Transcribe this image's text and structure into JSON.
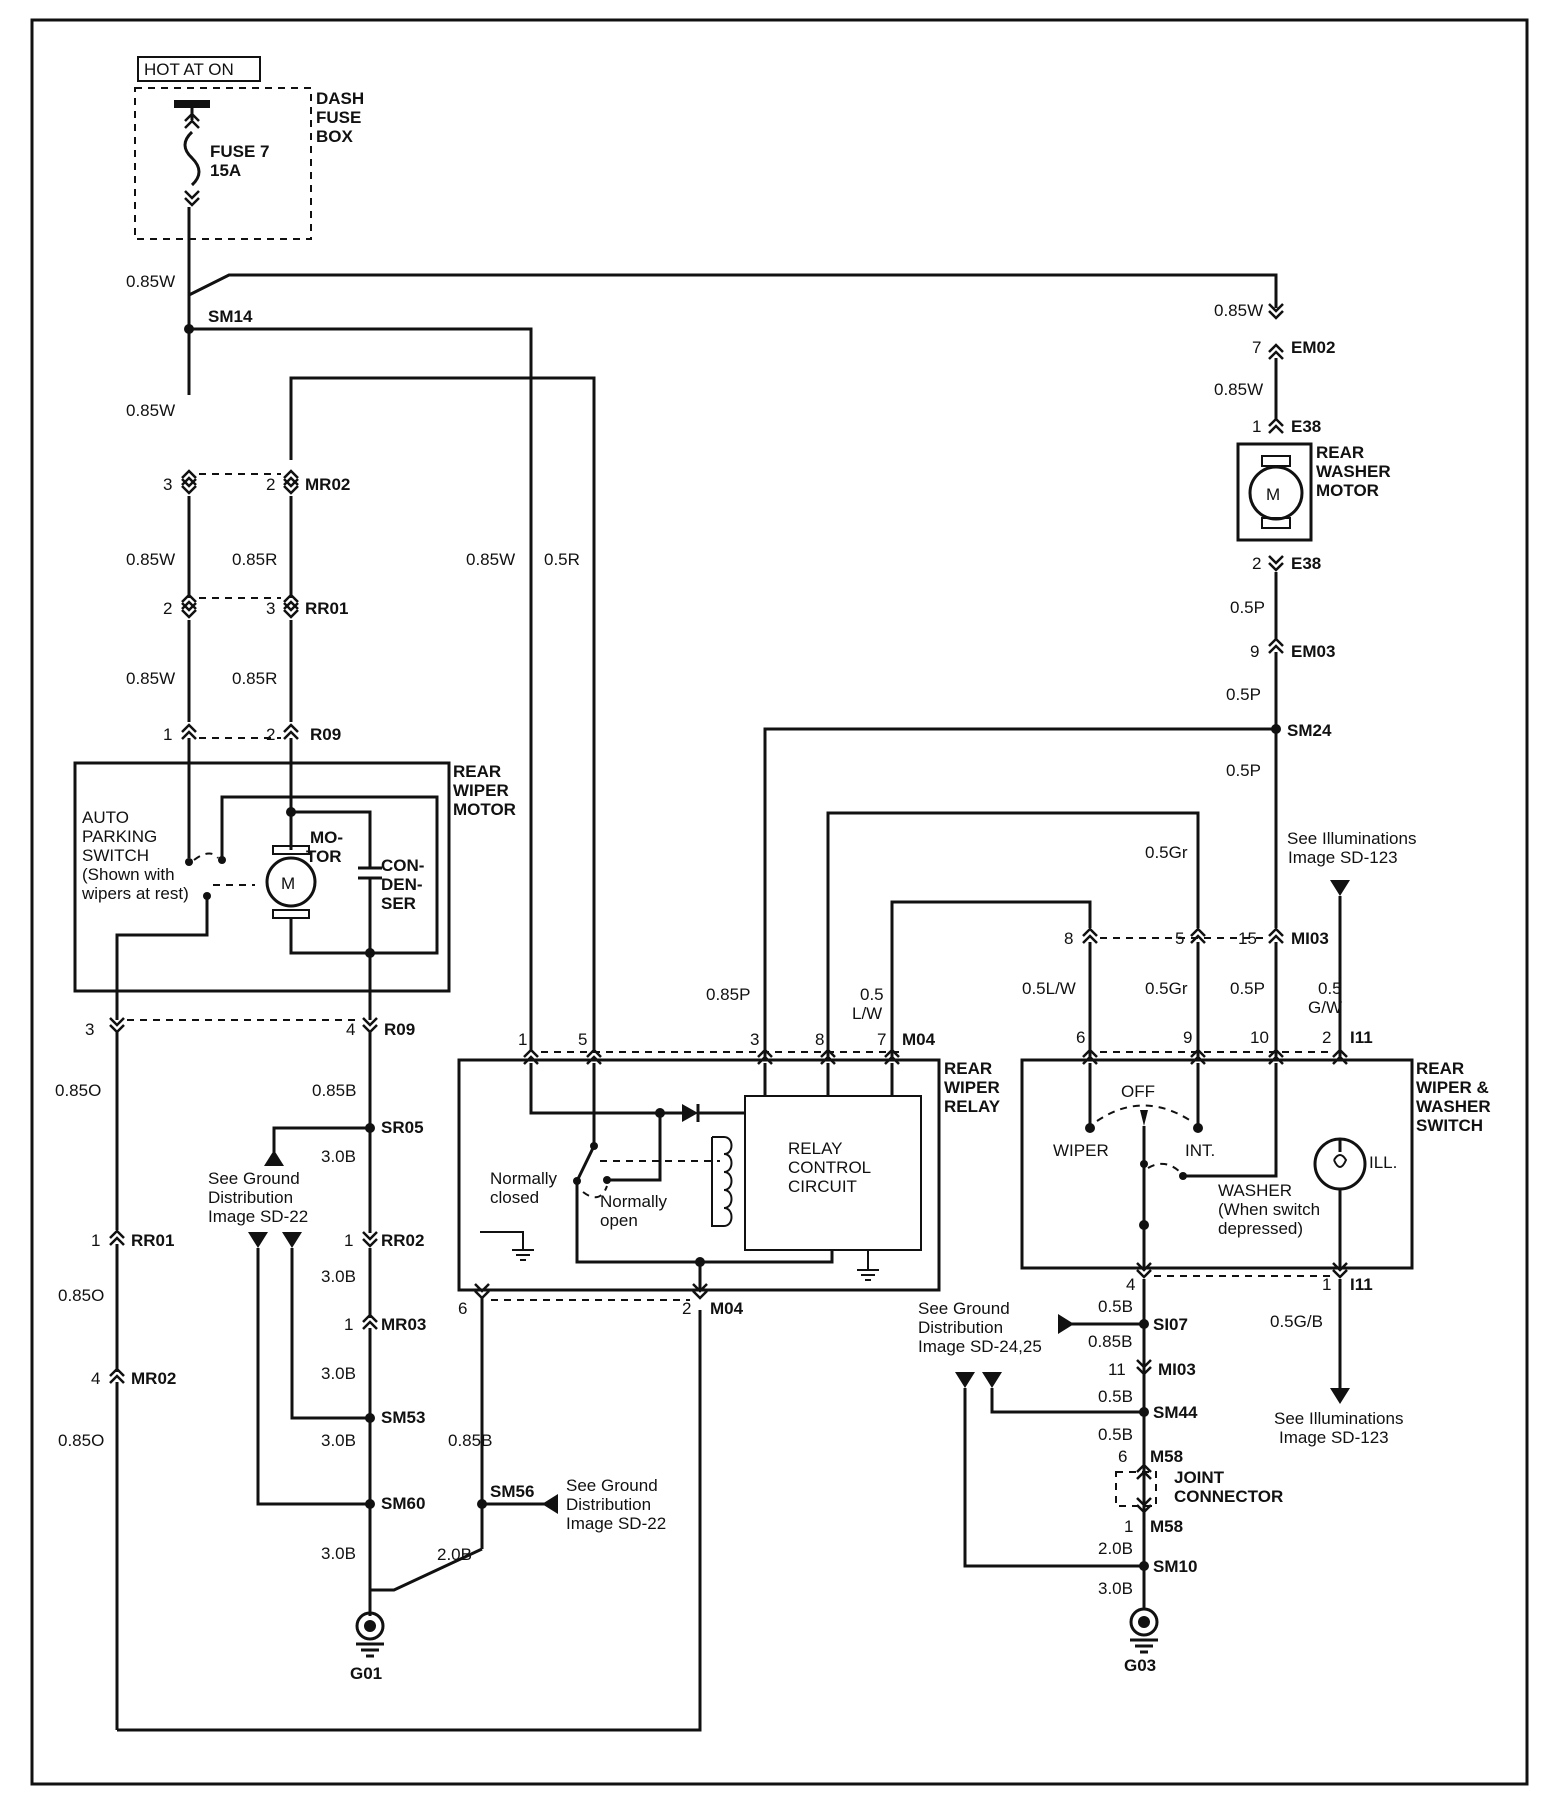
{
  "supply": {
    "label": "HOT AT ON",
    "fuse_box": [
      "DASH",
      "FUSE",
      "BOX"
    ],
    "fuse": [
      "FUSE 7",
      "15A"
    ]
  },
  "wires": {
    "w085W": "0.85W",
    "w085R": "0.85R",
    "w05R": "0.5R",
    "w085O": "0.85O",
    "w085B": "0.85B",
    "w30B": "3.0B",
    "w20B": "2.0B",
    "w05P": "0.5P",
    "w085P": "0.85P",
    "w05Gr": "0.5Gr",
    "w05LW": "0.5L/W",
    "w05": "0.5",
    "wLW": "L/W",
    "wGW": "G/W",
    "w05GB": "0.5G/B",
    "w05B": "0.5B"
  },
  "connectors": {
    "SM14": "SM14",
    "MR02": "MR02",
    "RR01": "RR01",
    "R09": "R09",
    "SR05": "SR05",
    "RR02": "RR02",
    "MR03": "MR03",
    "SM53": "SM53",
    "SM60": "SM60",
    "SM56": "SM56",
    "M04": "M04",
    "EM02": "EM02",
    "E38": "E38",
    "EM03": "EM03",
    "SM24": "SM24",
    "MI03": "MI03",
    "I11": "I11",
    "SI07": "SI07",
    "SM44": "SM44",
    "M58": "M58",
    "SM10": "SM10"
  },
  "pins": {
    "p1": "1",
    "p2": "2",
    "p3": "3",
    "p4": "4",
    "p5": "5",
    "p6": "6",
    "p7": "7",
    "p8": "8",
    "p9": "9",
    "p10": "10",
    "p11": "11",
    "p15": "15"
  },
  "grounds": {
    "g01": "G01",
    "g03": "G03"
  },
  "components": {
    "rear_wiper_motor": [
      "REAR",
      "WIPER",
      "MOTOR"
    ],
    "auto_parking": [
      "AUTO",
      "PARKING",
      "SWITCH",
      "(Shown with",
      "wipers at rest)"
    ],
    "motor_label": [
      "MO-",
      "TOR"
    ],
    "condenser": [
      "CON-",
      "DEN-",
      "SER"
    ],
    "motor_symbol": "M",
    "rear_wiper_relay": [
      "REAR",
      "WIPER",
      "RELAY"
    ],
    "relay_control": [
      "RELAY",
      "CONTROL",
      "CIRCUIT"
    ],
    "normally_closed": [
      "Normally",
      "closed"
    ],
    "normally_open": [
      "Normally",
      "open"
    ],
    "rear_washer_motor": [
      "REAR",
      "WASHER",
      "MOTOR"
    ],
    "rear_switch": [
      "REAR",
      "WIPER &",
      "WASHER",
      "SWITCH"
    ],
    "switch_off": "OFF",
    "switch_wiper": "WIPER",
    "switch_int": "INT.",
    "switch_washer": [
      "WASHER",
      "(When switch",
      "depressed)"
    ],
    "switch_ill": "ILL.",
    "joint_connector": [
      "JOINT",
      "CONNECTOR"
    ]
  },
  "refs": {
    "ground_sd22": [
      "See Ground",
      "Distribution",
      "Image SD-22"
    ],
    "ground_sd2425": [
      "See Ground",
      "Distribution",
      "Image SD-24,25"
    ],
    "illum_sd123": [
      "See Illuminations",
      "Image SD-123"
    ]
  }
}
